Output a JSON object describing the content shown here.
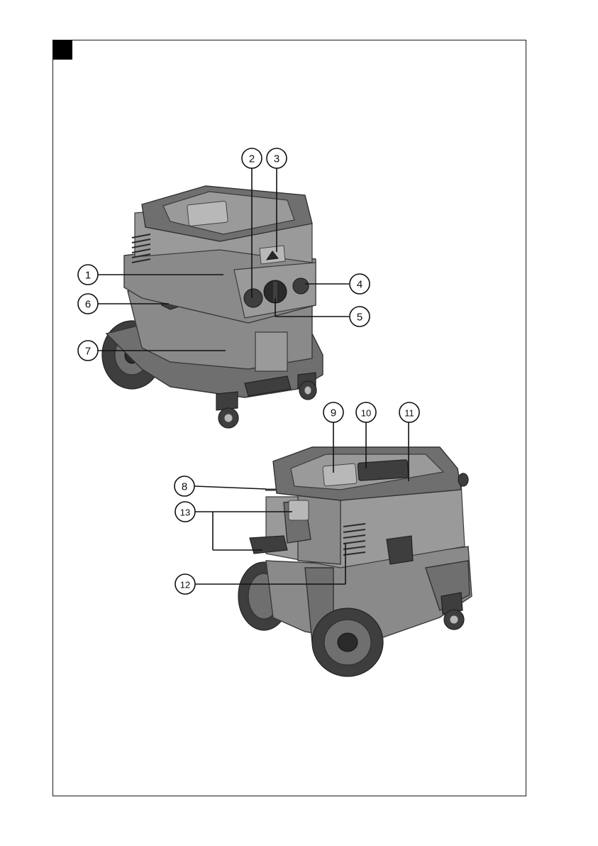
{
  "figure": {
    "callouts": [
      {
        "id": "c1",
        "label": "1"
      },
      {
        "id": "c2",
        "label": "2"
      },
      {
        "id": "c3",
        "label": "3"
      },
      {
        "id": "c4",
        "label": "4"
      },
      {
        "id": "c5",
        "label": "5"
      },
      {
        "id": "c6",
        "label": "6"
      },
      {
        "id": "c7",
        "label": "7"
      },
      {
        "id": "c8",
        "label": "8"
      },
      {
        "id": "c9",
        "label": "9"
      },
      {
        "id": "c10",
        "label": "10"
      },
      {
        "id": "c11",
        "label": "11"
      },
      {
        "id": "c12",
        "label": "12"
      },
      {
        "id": "c13",
        "label": "13"
      }
    ]
  }
}
